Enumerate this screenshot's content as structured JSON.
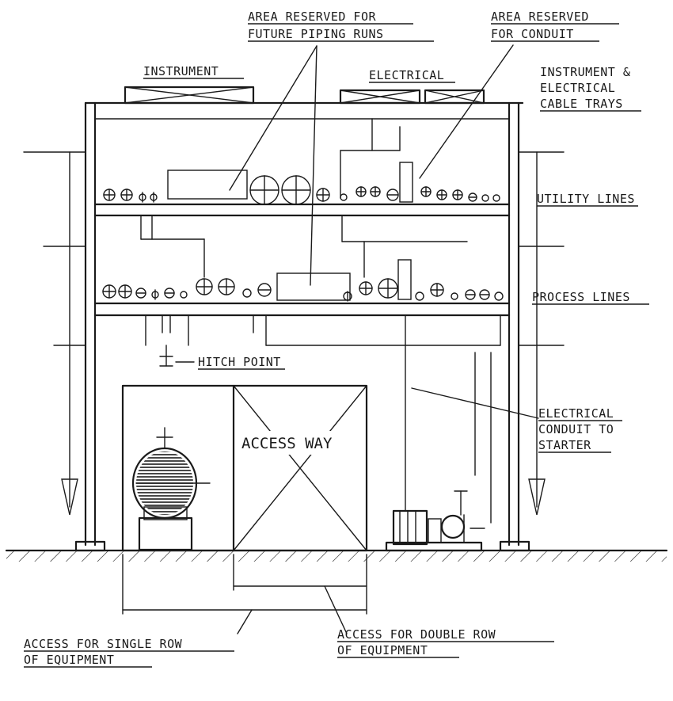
{
  "labels": {
    "future_piping_l1": "AREA RESERVED FOR",
    "future_piping_l2": "FUTURE PIPING RUNS",
    "conduit_l1": "AREA RESERVED",
    "conduit_l2": "FOR CONDUIT",
    "instrument": "INSTRUMENT",
    "electrical": "ELECTRICAL",
    "trays_l1": "INSTRUMENT &",
    "trays_l2": "ELECTRICAL",
    "trays_l3": "CABLE TRAYS",
    "utility_lines": "UTILITY LINES",
    "process_lines": "PROCESS LINES",
    "hitch_point": "HITCH POINT",
    "access_way": "ACCESS WAY",
    "conduit_starter_l1": "ELECTRICAL",
    "conduit_starter_l2": "CONDUIT TO",
    "conduit_starter_l3": "STARTER",
    "single_row_l1": "ACCESS FOR SINGLE ROW",
    "single_row_l2": "OF EQUIPMENT",
    "double_row_l1": "ACCESS FOR DOUBLE ROW",
    "double_row_l2": "OF EQUIPMENT"
  },
  "style": {
    "ink_color": "#1a1a1a",
    "paper_color": "#ffffff"
  }
}
